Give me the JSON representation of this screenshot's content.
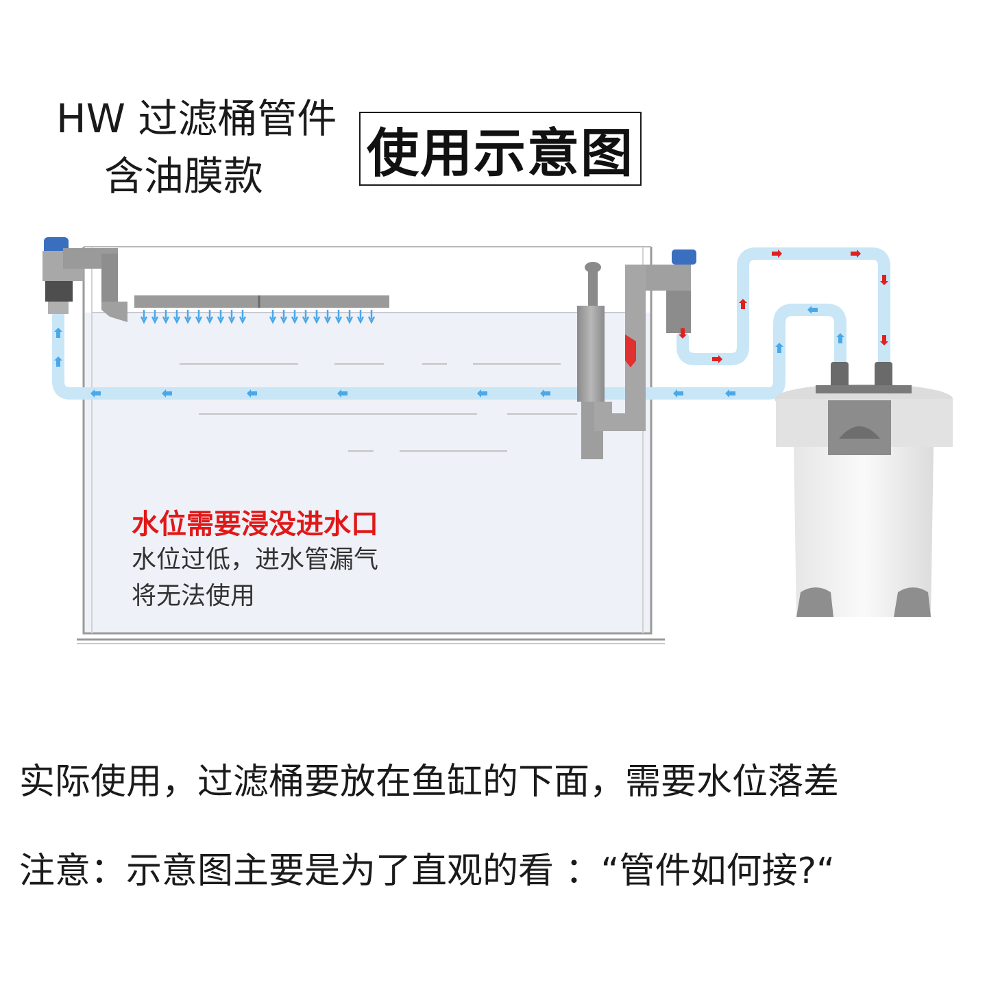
{
  "header": {
    "title_line1": "HW 过滤桶管件",
    "title_line2": "含油膜款",
    "heading": "使用示意图"
  },
  "diagram": {
    "warning_title": "水位需要浸没进水口",
    "warning_line1": "水位过低，进水管漏气",
    "warning_line2": "将无法使用"
  },
  "notes": {
    "line1": "实际使用，过滤桶要放在鱼缸的下面，需要水位落差",
    "line2": "注意：示意图主要是为了直观的看 ：“管件如何接?“"
  },
  "colors": {
    "pipe": "#c9e6f7",
    "water": "#eef1f7",
    "flow_arrow_red": "#e02020",
    "flow_arrow_blue": "#4aa8e8",
    "equipment_gray": "#9a9a9a",
    "warning_red": "#e01818"
  }
}
